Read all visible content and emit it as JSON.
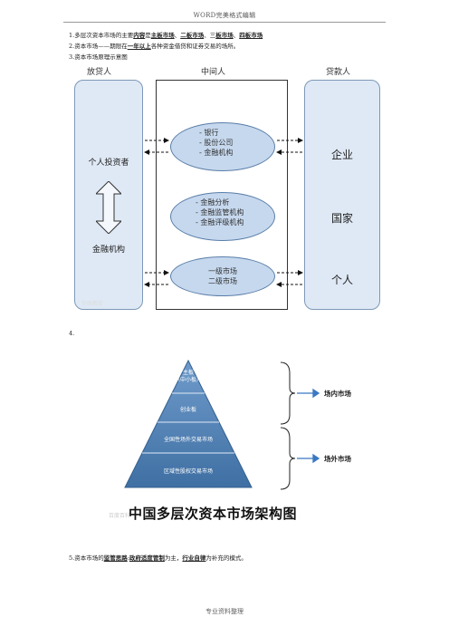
{
  "header": {
    "title": "WORD完美格式编辑"
  },
  "footer": {
    "text": "专业资料整理"
  },
  "items": {
    "item1": {
      "num": "1.",
      "prefix": "多层次资本市场的主要",
      "content_label": "内容",
      "is": "是",
      "market1": "主板市场",
      "sep1": "、",
      "market2": "二板市场",
      "sep2": "、三",
      "market3": "板市场",
      "sep3": "、",
      "market4": "四板市场"
    },
    "item2": {
      "num": "2.",
      "prefix": "资本市场——期限在",
      "term": "一年以上",
      "suffix": "各种资金借贷和证券交易的场所。"
    },
    "item3": {
      "num": "3.",
      "text": "资本市场原理示意图"
    },
    "item4": {
      "num": "4."
    },
    "item5": {
      "num": "5.",
      "prefix": "资本市场的",
      "idea_label": "监管思路",
      "colon": ":",
      "gov": "政府适度管制",
      "mid": "为主，",
      "self": "行业自律",
      "suffix": "为补充的模式。"
    }
  },
  "diagram1": {
    "lender_head": "放贷人",
    "middle_head": "中间人",
    "borrower_head": "贷款人",
    "lender_top": "个人投资者",
    "lender_bottom": "金融机构",
    "ellipse1": [
      "- 银行",
      "- 股份公司",
      "- 金融机构"
    ],
    "ellipse2": [
      "- 金融分析",
      "- 金融监管机构",
      "- 金融评级机构"
    ],
    "ellipse3": [
      "一级市场",
      "二级市场"
    ],
    "borrowers": [
      "企业",
      "国家",
      "个人"
    ],
    "watermark": "华图教育",
    "colors": {
      "panel": "#dfe9f5",
      "ellipse": "#c6d8ee",
      "border": "#5a7ea8"
    }
  },
  "diagram2": {
    "levels": [
      "主板\n（中小板）",
      "创业板",
      "全国性场外交易市场",
      "区域性股权交易市场"
    ],
    "inside_label": "场内市场",
    "outside_label": "场外市场",
    "title": "中国多层次资本市场架构图",
    "watermark": "百度百科",
    "colors": {
      "pyramid": "#5b8cc0",
      "pyramid_dark": "#3f6fa3",
      "arrow": "#3a78c2"
    }
  }
}
